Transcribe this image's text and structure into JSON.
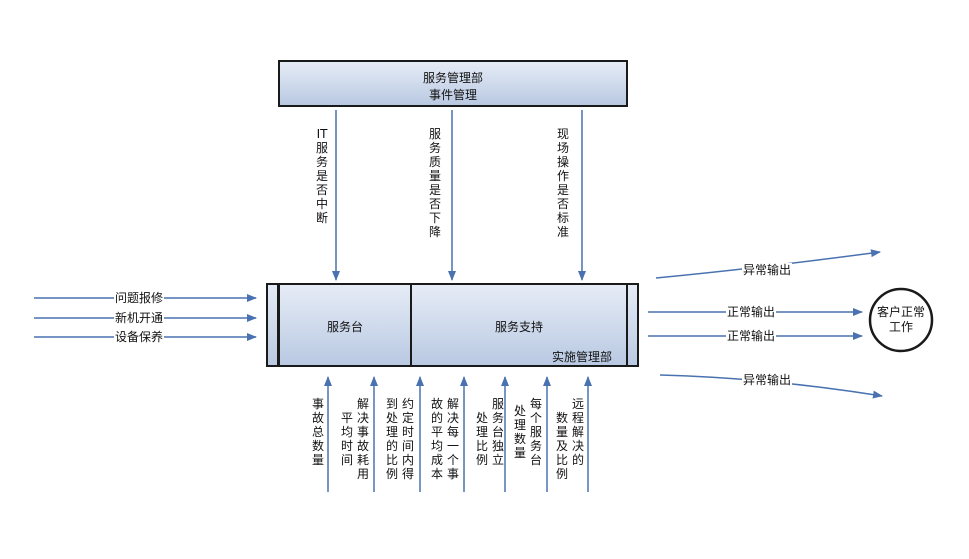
{
  "top_box": {
    "line1": "服务管理部",
    "line2": "事件管理"
  },
  "main_box": {
    "service_desk": "服务台",
    "service_support": "服务支持",
    "implementation_dept": "实施管理部"
  },
  "top_down_labels": [
    {
      "text": "IT服务是否中断"
    },
    {
      "text": "服务质量是否下降"
    },
    {
      "text": "现场操作是否标准"
    }
  ],
  "left_inputs": [
    {
      "text": "问题报修"
    },
    {
      "text": "新机开通"
    },
    {
      "text": "设备保养"
    }
  ],
  "right_outputs": [
    {
      "text": "异常输出"
    },
    {
      "text": "正常输出"
    },
    {
      "text": "正常输出"
    },
    {
      "text": "异常输出"
    }
  ],
  "customer_circle": {
    "line1": "客户正常",
    "line2": "工作"
  },
  "bottom_metrics": [
    {
      "col1": "事故总数量",
      "col2": ""
    },
    {
      "col1": "平均时间",
      "col2": "解决事故耗用"
    },
    {
      "col1": "到处理的比例",
      "col2": "约定时间内得"
    },
    {
      "col1": "故的平均成本",
      "col2": "解决每一个事"
    },
    {
      "col1": "处理比例",
      "col2": "服务台独立"
    },
    {
      "col1": "处理数量",
      "col2": ""
    },
    {
      "col1": "每个服务台",
      "col2": ""
    },
    {
      "col1": "数量及比例",
      "col2": "远程解决的"
    }
  ],
  "colors": {
    "arrow": "#4a72b0",
    "box_border": "#1a1a1a",
    "fill_top": "#e6ecf6",
    "fill_bottom": "#b9c9e2"
  }
}
